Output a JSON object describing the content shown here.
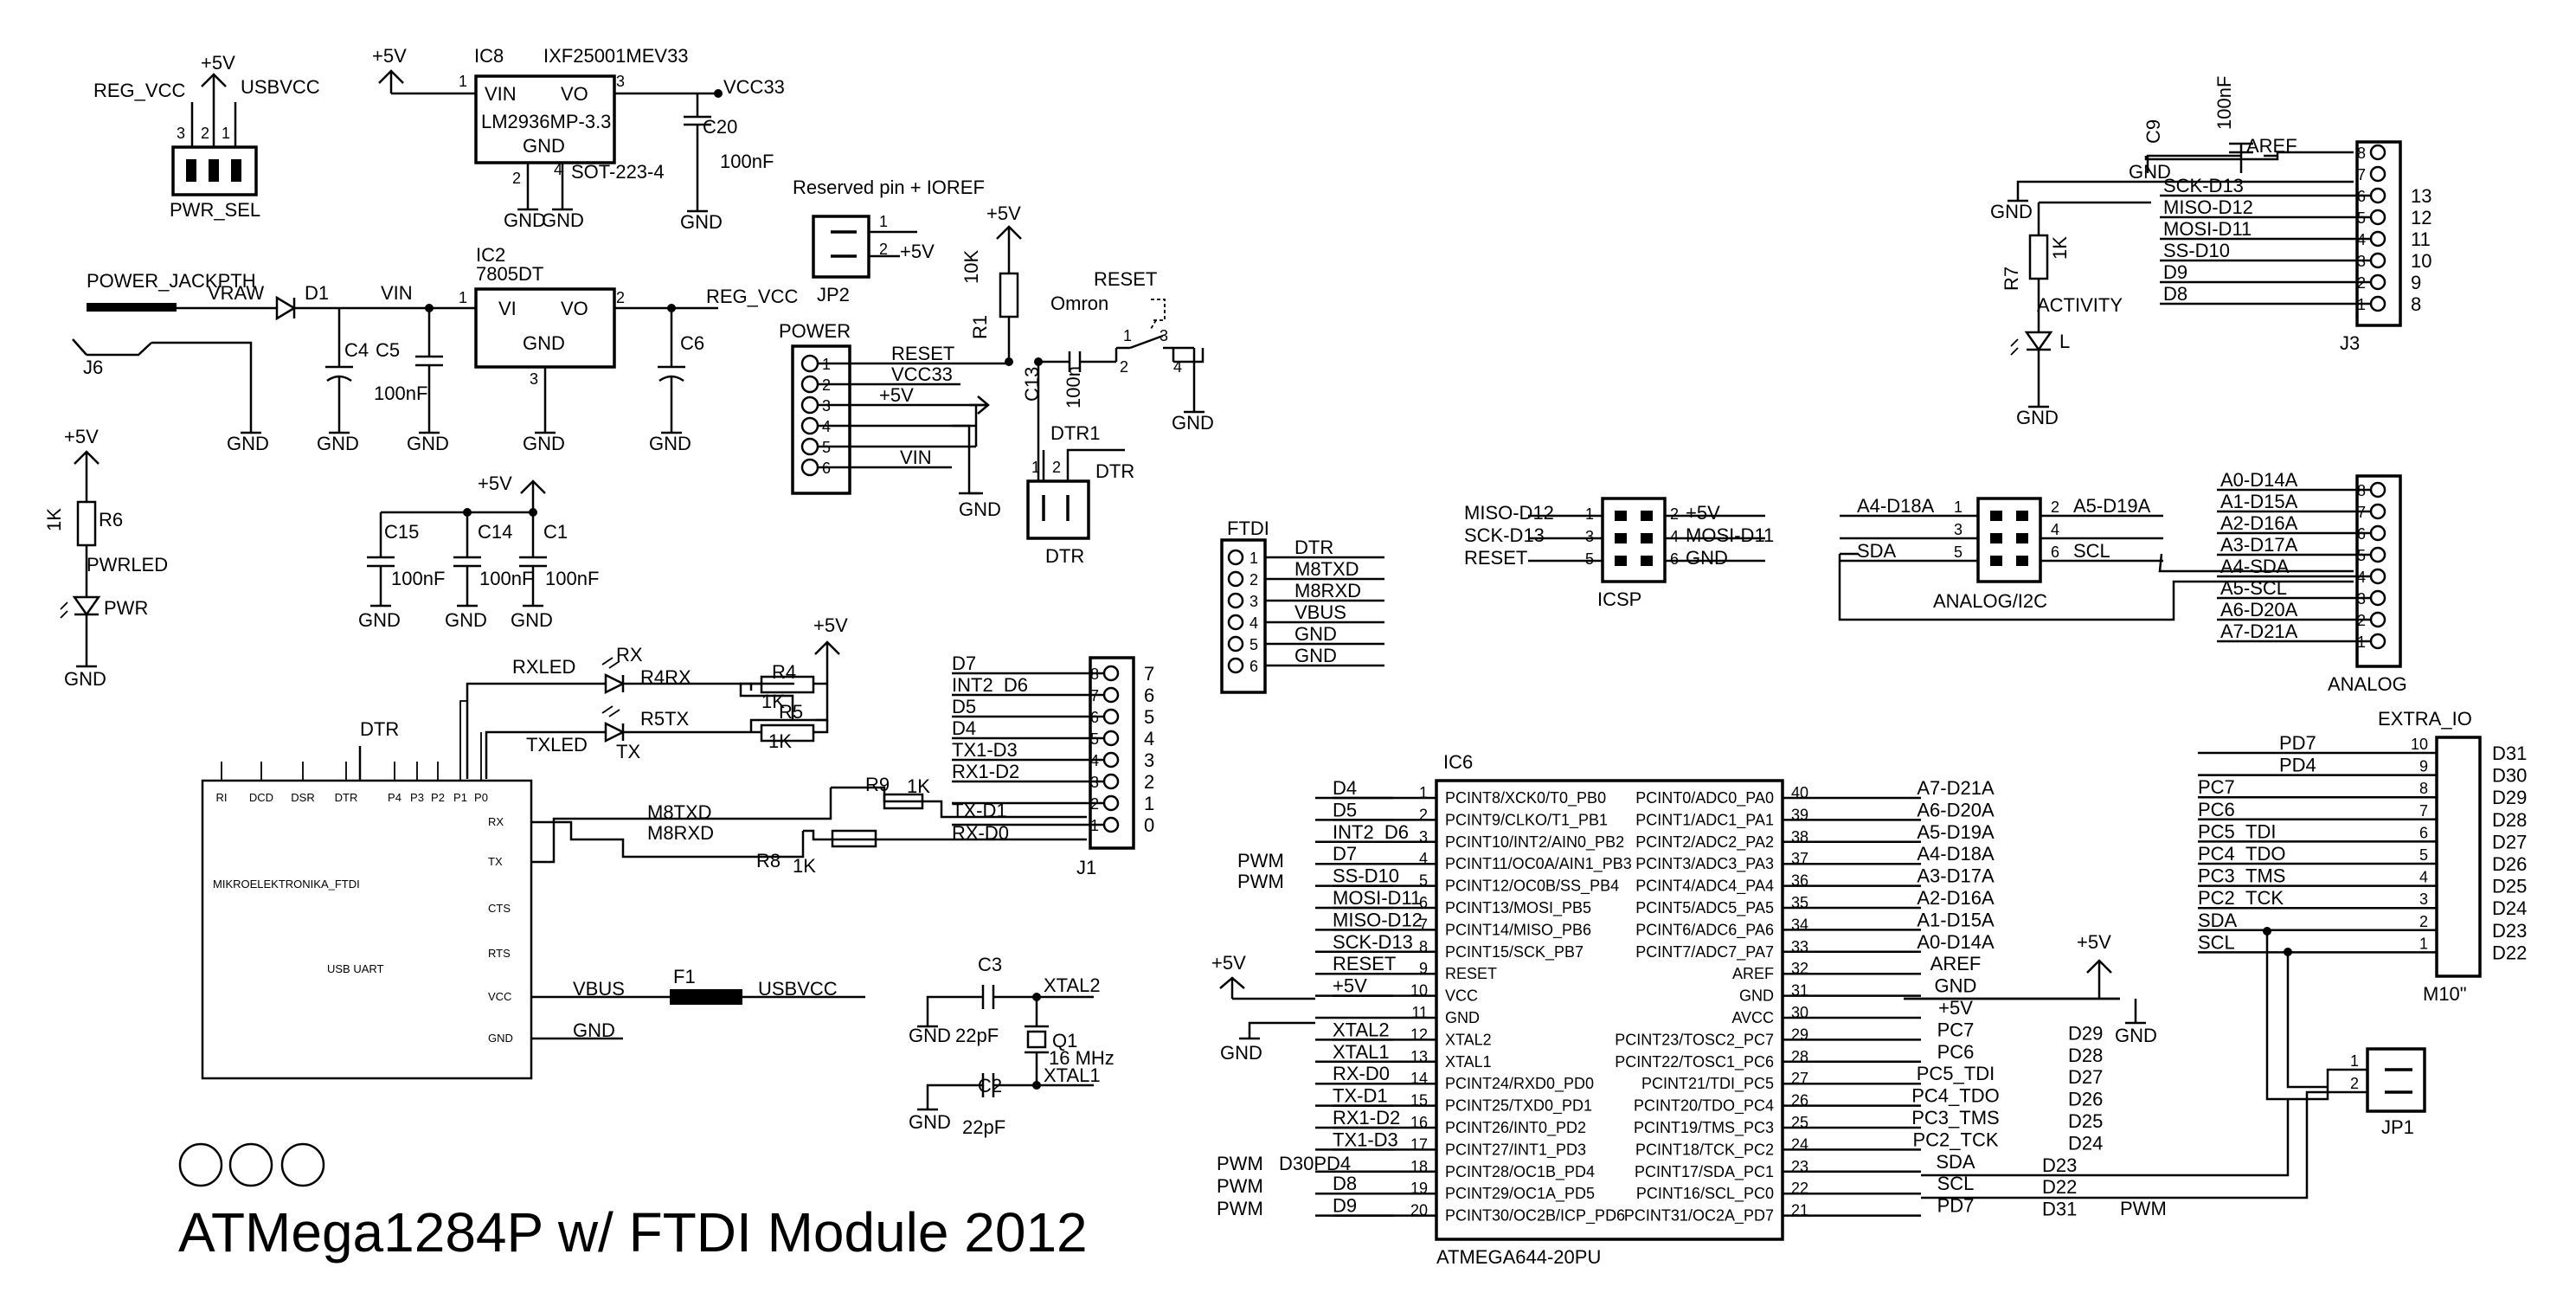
{
  "title": "ATMega1284P w/ FTDI Module 2012",
  "logo_circles": 3,
  "labels": {
    "p5v": "+5V",
    "gnd": "GND",
    "vcc33": "VCC33",
    "reg_vcc": "REG_VCC",
    "vin": "VIN",
    "vraw": "VRAW",
    "usbvcc": "USBVCC",
    "vbus": "VBUS",
    "reset": "RESET",
    "dtr": "DTR",
    "aref": "AREF",
    "xtal1": "XTAL1",
    "xtal2": "XTAL2",
    "m8txd": "M8TXD",
    "m8rxd": "M8RXD",
    "rx_d0": "RX-D0",
    "tx_d1": "TX-D1",
    "rx1_d2": "RX1-D2",
    "tx1_d3": "TX1-D3",
    "int2_d6": "INT2_D6",
    "pwm": "PWM",
    "sda": "SDA",
    "scl": "SCL",
    "l": "L",
    "r4rx": "R4RX",
    "r5tx": "R5TX",
    "d30pd4": "D30PD4"
  },
  "components": {
    "pwr_sel": {
      "name": "PWR_SEL",
      "reg": "REG_VCC",
      "usb": "USBVCC",
      "pins": [
        "3",
        "2",
        "1"
      ]
    },
    "ic8": {
      "ref": "IC8",
      "part": "IXF25001MEV33",
      "value": "LM2936MP-3.3",
      "pkg": "SOT-223-4",
      "vi": "VIN",
      "vo": "VO",
      "gnd": "GND",
      "pins": [
        "1",
        "3",
        "2",
        "4"
      ]
    },
    "c20": {
      "ref": "C20",
      "value": "100nF"
    },
    "ic2": {
      "ref": "IC2",
      "value": "7805DT",
      "vi": "VI",
      "vo": "VO",
      "gnd": "GND",
      "pins": [
        "1",
        "2",
        "3"
      ]
    },
    "power_jack": {
      "label": "POWER_JACKPTH",
      "ref": "J6"
    },
    "d1": {
      "ref": "D1"
    },
    "c4": {
      "ref": "C4"
    },
    "c5": {
      "ref": "C5",
      "value": "100nF"
    },
    "c6": {
      "ref": "C6"
    },
    "r6": {
      "ref": "R6",
      "value": "1K"
    },
    "pwrled": {
      "ref": "PWRLED",
      "label": "PWR"
    },
    "c15": {
      "ref": "C15",
      "value": "100nF"
    },
    "c14": {
      "ref": "C14",
      "value": "100nF"
    },
    "c1": {
      "ref": "C1",
      "value": "100nF"
    },
    "jp2": {
      "ref": "JP2",
      "label": "Reserved pin + IOREF",
      "pins": [
        "1",
        "2"
      ],
      "pin2": "+5V"
    },
    "power": {
      "ref": "POWER",
      "pins": [
        "1",
        "2",
        "3",
        "4",
        "5",
        "6"
      ],
      "nets": [
        "RESET",
        "VCC33",
        "+5V",
        "",
        "",
        "VIN"
      ]
    },
    "r1": {
      "ref": "R1",
      "value": "10K"
    },
    "c13": {
      "ref": "C13",
      "value": "100n"
    },
    "reset_sw": {
      "ref": "RESET",
      "value": "Omron",
      "pins": [
        "1",
        "2",
        "3",
        "4"
      ]
    },
    "dtr1": {
      "ref": "DTR1",
      "label": "DTR",
      "net": "DTR",
      "pins": [
        "1",
        "2"
      ]
    },
    "ftdi": {
      "ref": "FTDI",
      "pins": [
        "1",
        "2",
        "3",
        "4",
        "5",
        "6"
      ],
      "nets": [
        "DTR",
        "M8TXD",
        "M8RXD",
        "VBUS",
        "GND",
        "GND"
      ]
    },
    "icsp": {
      "ref": "ICSP",
      "left": [
        "MISO-D12",
        "SCK-D13",
        "RESET"
      ],
      "left_pins": [
        "1",
        "3",
        "5"
      ],
      "right_pins": [
        "2",
        "4",
        "6"
      ],
      "right": [
        "+5V",
        "MOSI-D11",
        "GND"
      ]
    },
    "analog_i2c": {
      "ref": "ANALOG/I2C",
      "left": [
        "A4-D18A",
        "",
        "SDA"
      ],
      "left_pins": [
        "1",
        "3",
        "5"
      ],
      "right_pins": [
        "2",
        "4",
        "6"
      ],
      "right": [
        "A5-D19A",
        "",
        "SCL"
      ]
    },
    "analog": {
      "ref": "ANALOG",
      "nets": [
        "A0-D14A",
        "A1-D15A",
        "A2-D16A",
        "A3-D17A",
        "A4-SDA",
        "A5-SCL",
        "A6-D20A",
        "A7-D21A"
      ],
      "pins": [
        "8",
        "7",
        "6",
        "5",
        "4",
        "3",
        "2",
        "1"
      ]
    },
    "j3": {
      "ref": "J3",
      "aref": "AREF",
      "nets": [
        "",
        "GND",
        "SCK-D13",
        "MISO-D12",
        "MOSI-D11",
        "SS-D10",
        "D9",
        "D8"
      ],
      "pins": [
        "8",
        "7",
        "6",
        "5",
        "4",
        "3",
        "2",
        "1"
      ],
      "nums": [
        "13",
        "12",
        "11",
        "10",
        "9",
        "8"
      ]
    },
    "c9": {
      "ref": "C9",
      "value": "100nF"
    },
    "r7": {
      "ref": "R7",
      "value": "1K"
    },
    "activity": {
      "label": "ACTIVITY"
    },
    "j1": {
      "ref": "J1",
      "nets": [
        "D7",
        "INT2_D6",
        "D5",
        "D4",
        "TX1-D3",
        "RX1-D2",
        "TX-D1",
        "RX-D0"
      ],
      "pins": [
        "8",
        "7",
        "6",
        "5",
        "4",
        "3",
        "2",
        "1"
      ],
      "nums": [
        "7",
        "6",
        "5",
        "4",
        "3",
        "2",
        "1",
        "0"
      ]
    },
    "r9": {
      "ref": "R9",
      "value": "1K"
    },
    "r8": {
      "ref": "R8",
      "value": "1K"
    },
    "r4": {
      "ref": "R4",
      "value": "1K"
    },
    "r5": {
      "ref": "R5",
      "value": "1K"
    },
    "rxled": {
      "ref": "RXLED",
      "label": "RX"
    },
    "txled": {
      "ref": "TXLED",
      "label": "TX"
    },
    "ftdi_module": {
      "name": "MIKROELEKTRONIKA_FTDI",
      "desc": "USB UART",
      "top": [
        "RI",
        "DCD",
        "DSR",
        "DTR",
        "P4",
        "P3",
        "P2",
        "P1",
        "P0"
      ],
      "right": [
        "RX",
        "TX",
        "CTS",
        "RTS",
        "VCC",
        "GND"
      ]
    },
    "f1": {
      "ref": "F1"
    },
    "c3": {
      "ref": "C3",
      "value": "22pF"
    },
    "c2": {
      "ref": "C2",
      "value": "22pF"
    },
    "q1": {
      "ref": "Q1",
      "value": "16 MHz"
    },
    "ic6": {
      "ref": "IC6",
      "value": "ATMEGA644-20PU",
      "left_pins": [
        "PCINT8/XCK0/T0_PB0",
        "PCINT9/CLKO/T1_PB1",
        "PCINT10/INT2/AIN0_PB2",
        "PCINT11/OC0A/AIN1_PB3",
        "PCINT12/OC0B/SS_PB4",
        "PCINT13/MOSI_PB5",
        "PCINT14/MISO_PB6",
        "PCINT15/SCK_PB7",
        "RESET",
        "VCC",
        "GND",
        "XTAL2",
        "XTAL1",
        "PCINT24/RXD0_PD0",
        "PCINT25/TXD0_PD1",
        "PCINT26/INT0_PD2",
        "PCINT27/INT1_PD3",
        "PCINT28/OC1B_PD4",
        "PCINT29/OC1A_PD5",
        "PCINT30/OC2B/ICP_PD6"
      ],
      "left_nums": [
        "1",
        "2",
        "3",
        "4",
        "5",
        "6",
        "7",
        "8",
        "9",
        "10",
        "11",
        "12",
        "13",
        "14",
        "15",
        "16",
        "17",
        "18",
        "19",
        "20"
      ],
      "left_nets": [
        "D4",
        "D5",
        "INT2_D6",
        "D7",
        "SS-D10",
        "MOSI-D11",
        "MISO-D12",
        "SCK-D13",
        "RESET",
        "+5V",
        "",
        "XTAL2",
        "XTAL1",
        "RX-D0",
        "TX-D1",
        "RX1-D2",
        "TX1-D3",
        "",
        "D8",
        "D9"
      ],
      "right_pins": [
        "PCINT0/ADC0_PA0",
        "PCINT1/ADC1_PA1",
        "PCINT2/ADC2_PA2",
        "PCINT3/ADC3_PA3",
        "PCINT4/ADC4_PA4",
        "PCINT5/ADC5_PA5",
        "PCINT6/ADC6_PA6",
        "PCINT7/ADC7_PA7",
        "AREF",
        "GND",
        "AVCC",
        "PCINT23/TOSC2_PC7",
        "PCINT22/TOSC1_PC6",
        "PCINT21/TDI_PC5",
        "PCINT20/TDO_PC4",
        "PCINT19/TMS_PC3",
        "PCINT18/TCK_PC2",
        "PCINT17/SDA_PC1",
        "PCINT16/SCL_PC0",
        "PCINT31/OC2A_PD7"
      ],
      "right_nums": [
        "40",
        "39",
        "38",
        "37",
        "36",
        "35",
        "34",
        "33",
        "32",
        "31",
        "30",
        "29",
        "28",
        "27",
        "26",
        "25",
        "24",
        "23",
        "22",
        "21"
      ],
      "right_nets": [
        "A7-D21A",
        "A6-D20A",
        "A5-D19A",
        "A4-D18A",
        "A3-D17A",
        "A2-D16A",
        "A1-D15A",
        "A0-D14A",
        "AREF",
        "GND",
        "+5V",
        "PC7",
        "PC6",
        "PC5_TDI",
        "PC4_TDO",
        "PC3_TMS",
        "PC2_TCK",
        "SDA",
        "SCL",
        "PD7"
      ],
      "right_dnums": [
        "",
        "",
        "",
        "",
        "",
        "",
        "",
        "",
        "",
        "",
        "",
        "D29",
        "D28",
        "D27",
        "D26",
        "D25",
        "D24",
        "D23",
        "D22",
        "D31"
      ]
    },
    "extra_io": {
      "ref": "EXTRA_IO",
      "value": "M10\"",
      "nets": [
        "PD7",
        "PD4",
        "PC7",
        "PC6",
        "PC5_TDI",
        "PC4_TDO",
        "PC3_TMS",
        "PC2_TCK",
        "SDA",
        "SCL"
      ],
      "pins": [
        "10",
        "9",
        "8",
        "7",
        "6",
        "5",
        "4",
        "3",
        "2",
        "1"
      ],
      "dnums": [
        "D31",
        "D30",
        "D29",
        "D28",
        "D27",
        "D26",
        "D25",
        "D24",
        "D23",
        "D22"
      ]
    },
    "jp1": {
      "ref": "JP1",
      "pins": [
        "1",
        "2"
      ]
    }
  }
}
